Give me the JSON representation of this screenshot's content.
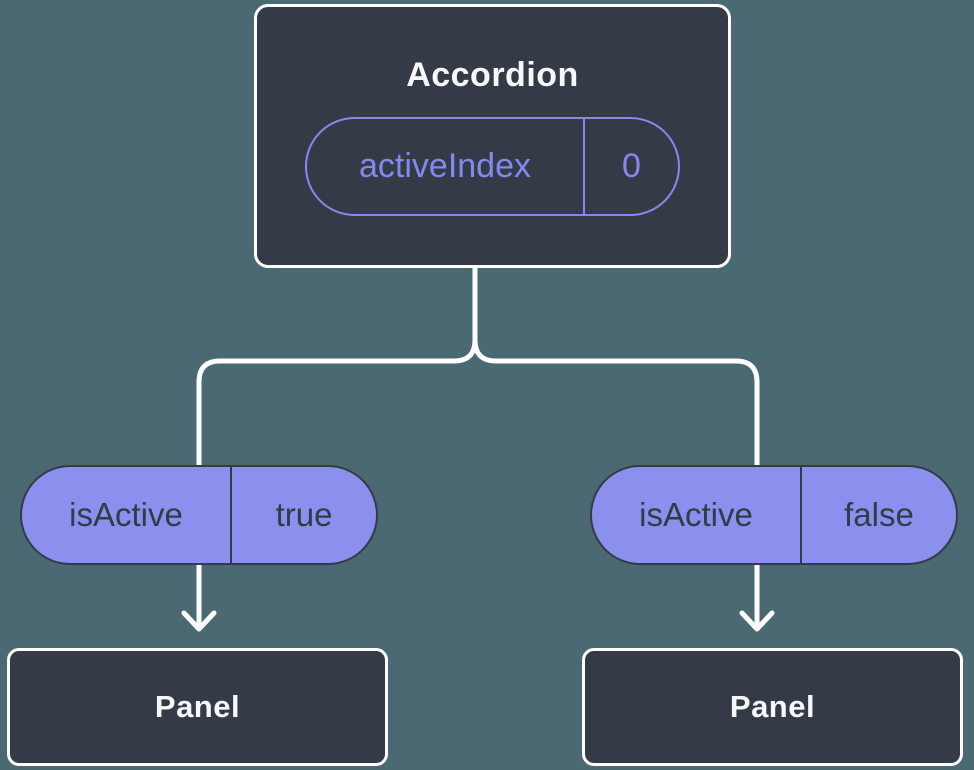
{
  "colors": {
    "background": "#4b6972",
    "node_fill": "#343b47",
    "node_border": "#ffffff",
    "accent_purple": "#8688ef",
    "pill_fill": "#8b90ee",
    "pill_text": "#343b47",
    "connector": "#ffffff",
    "title_text": "#f6f7f9"
  },
  "diagram": {
    "root": {
      "title": "Accordion",
      "prop": {
        "name": "activeIndex",
        "value": "0"
      }
    },
    "children": [
      {
        "prop": {
          "name": "isActive",
          "value": "true"
        },
        "node_label": "Panel"
      },
      {
        "prop": {
          "name": "isActive",
          "value": "false"
        },
        "node_label": "Panel"
      }
    ]
  }
}
